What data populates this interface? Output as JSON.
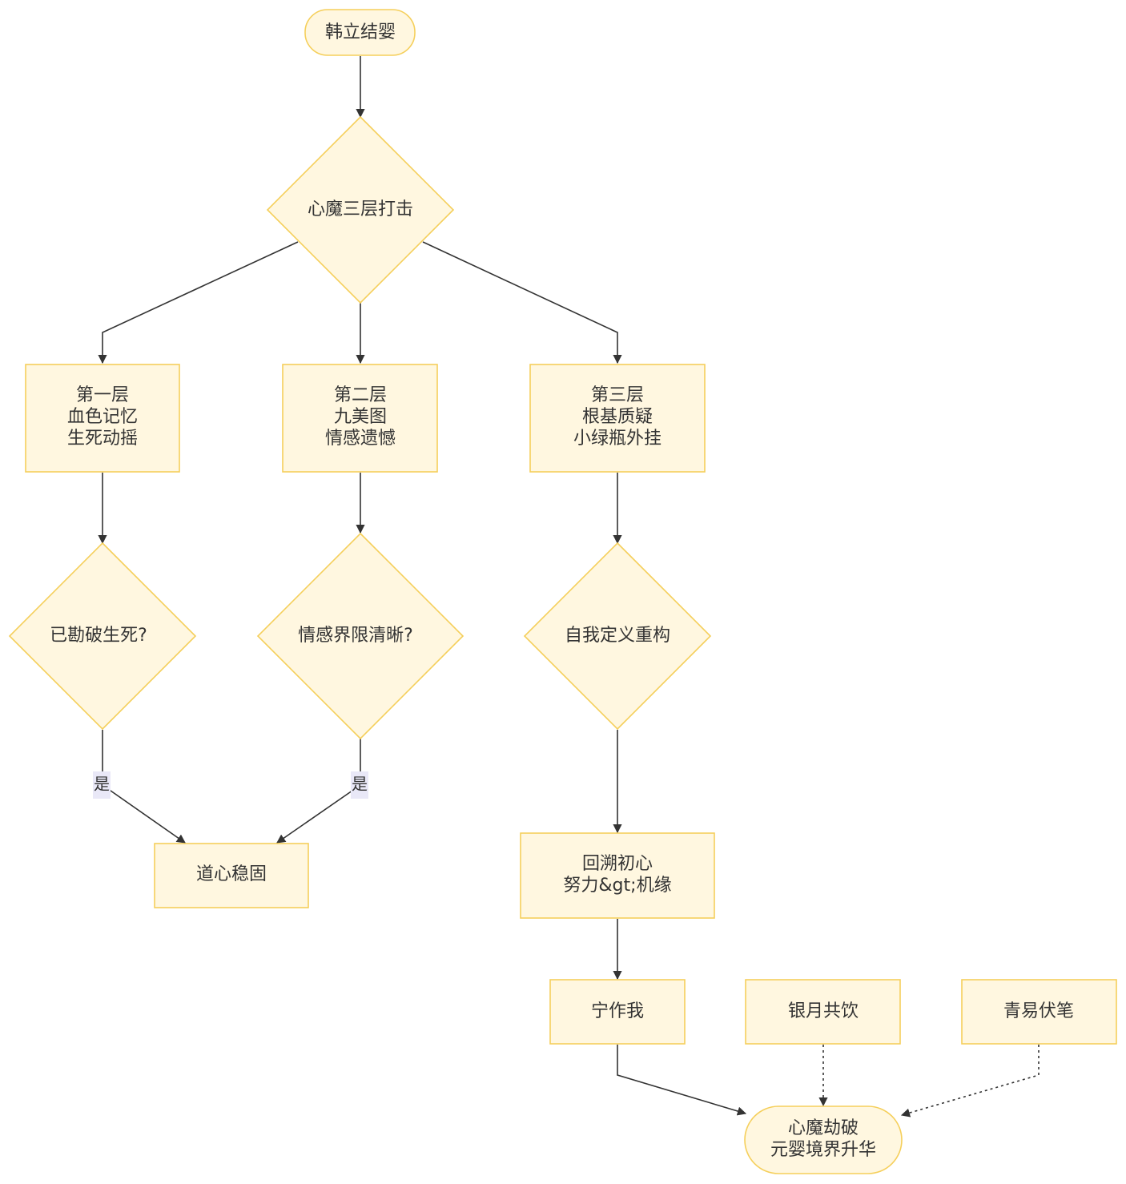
{
  "nodes": {
    "start": [
      "韩立结婴"
    ],
    "attack": [
      "心魔三层打击"
    ],
    "layer1": [
      "第一层",
      "血色记忆",
      "生死动摇"
    ],
    "layer2": [
      "第二层",
      "九美图",
      "情感遗憾"
    ],
    "layer3": [
      "第三层",
      "根基质疑",
      "小绿瓶外挂"
    ],
    "q1": [
      "已勘破生死?"
    ],
    "q2": [
      "情感界限清晰?"
    ],
    "q3": [
      "自我定义重构"
    ],
    "stable": [
      "道心稳固"
    ],
    "origin": [
      "回溯初心",
      "努力&gt;机缘"
    ],
    "ning": [
      "宁作我"
    ],
    "yinyue": [
      "银月共饮"
    ],
    "qingyi": [
      "青易伏笔"
    ],
    "end": [
      "心魔劫破",
      "元婴境界升华"
    ]
  },
  "edge_labels": {
    "q1_yes": "是",
    "q2_yes": "是"
  },
  "colors": {
    "node_fill": "#fff7e0",
    "node_stroke": "#f5cf5b",
    "edge": "#333333",
    "label_bg": "#e9e8f7"
  }
}
